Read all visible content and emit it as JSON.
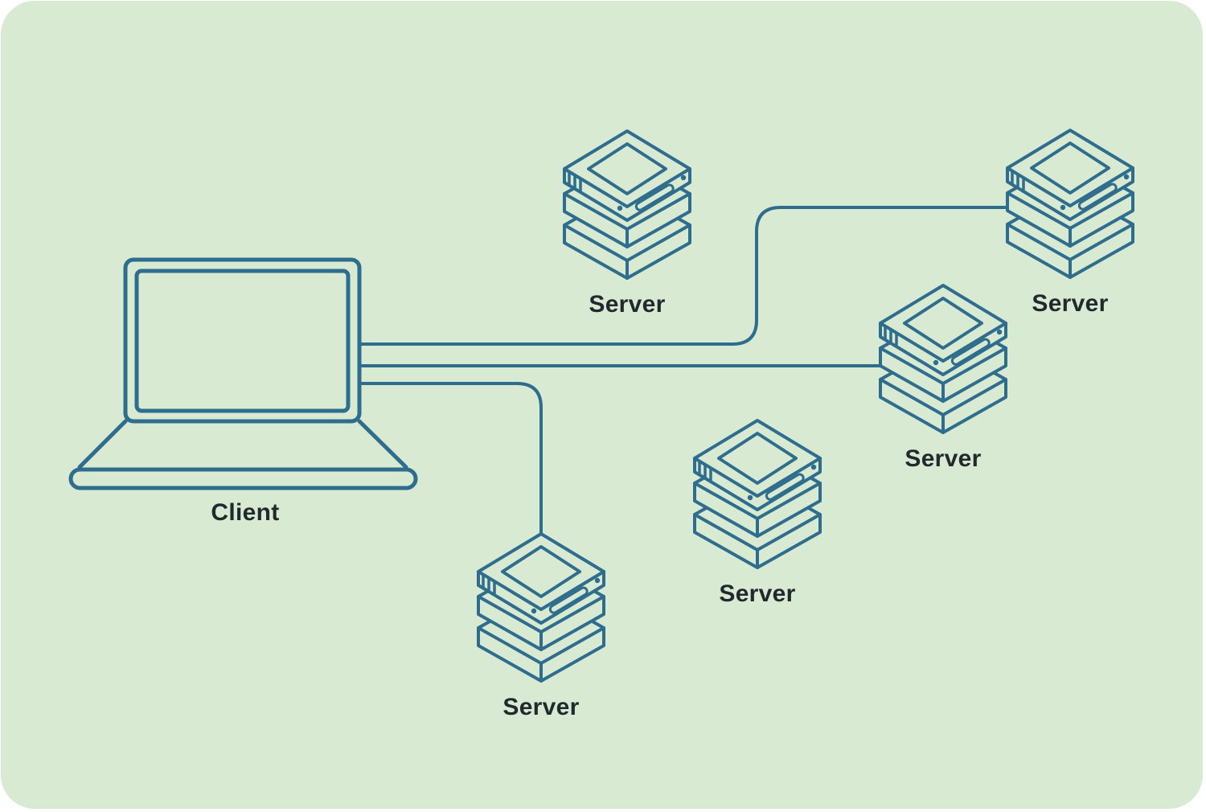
{
  "diagram": {
    "type": "network-topology",
    "theme": {
      "panel_background": "#d8ead1",
      "line_color": "#2e6d8d",
      "label_color": "#22292e",
      "page_background": "#ffffff"
    },
    "client": {
      "label": "Client",
      "icon": "laptop-icon"
    },
    "servers": [
      {
        "id": "server-top-center",
        "label": "Server",
        "icon": "server-stack-icon",
        "connected_to_client": false
      },
      {
        "id": "server-top-right",
        "label": "Server",
        "icon": "server-stack-icon",
        "connected_to_client": true
      },
      {
        "id": "server-mid-right",
        "label": "Server",
        "icon": "server-stack-icon",
        "connected_to_client": true
      },
      {
        "id": "server-bottom-center",
        "label": "Server",
        "icon": "server-stack-icon",
        "connected_to_client": false
      },
      {
        "id": "server-bottom-left",
        "label": "Server",
        "icon": "server-stack-icon",
        "connected_to_client": true
      }
    ],
    "connections": [
      {
        "from": "client",
        "to": "server-top-right"
      },
      {
        "from": "client",
        "to": "server-mid-right"
      },
      {
        "from": "client",
        "to": "server-bottom-left"
      }
    ]
  }
}
